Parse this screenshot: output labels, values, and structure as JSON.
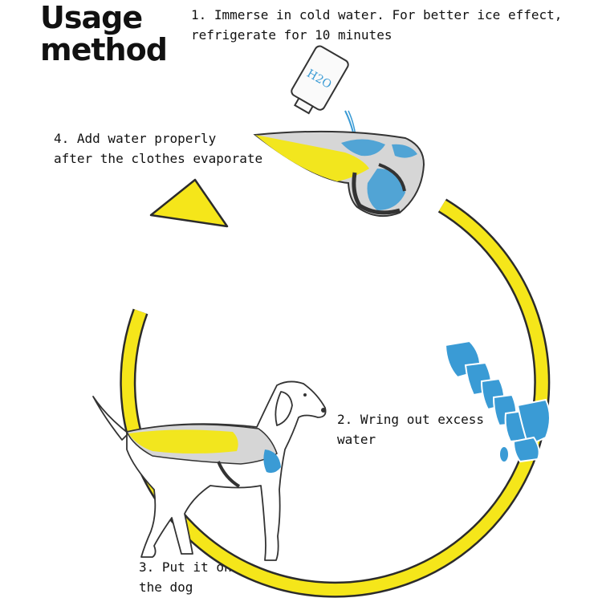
{
  "title": {
    "line1": "Usage",
    "line2": "method"
  },
  "steps": {
    "step1": {
      "line1": "1. Immerse in cold water. For better ice effect,",
      "line2": "refrigerate for 10 minutes"
    },
    "step2": {
      "line1": "2. Wring out excess",
      "line2": "water"
    },
    "step3": {
      "line1": "3. Put it on",
      "line2": "the dog"
    },
    "step4": {
      "line1": "4. Add water properly",
      "line2": "after the clothes evaporate"
    }
  },
  "bottle_label": "H2O",
  "colors": {
    "arrow": "#f5e61a",
    "arrow_stroke": "#2b2b2b",
    "water": "#3a9bd5",
    "vest_yellow": "#f2e61e",
    "vest_gray": "#d6d6d6"
  },
  "icons": [
    "water-bottle-icon",
    "vest-icon",
    "wrung-cloth-icon",
    "dog-icon",
    "cycle-arrow-icon"
  ]
}
